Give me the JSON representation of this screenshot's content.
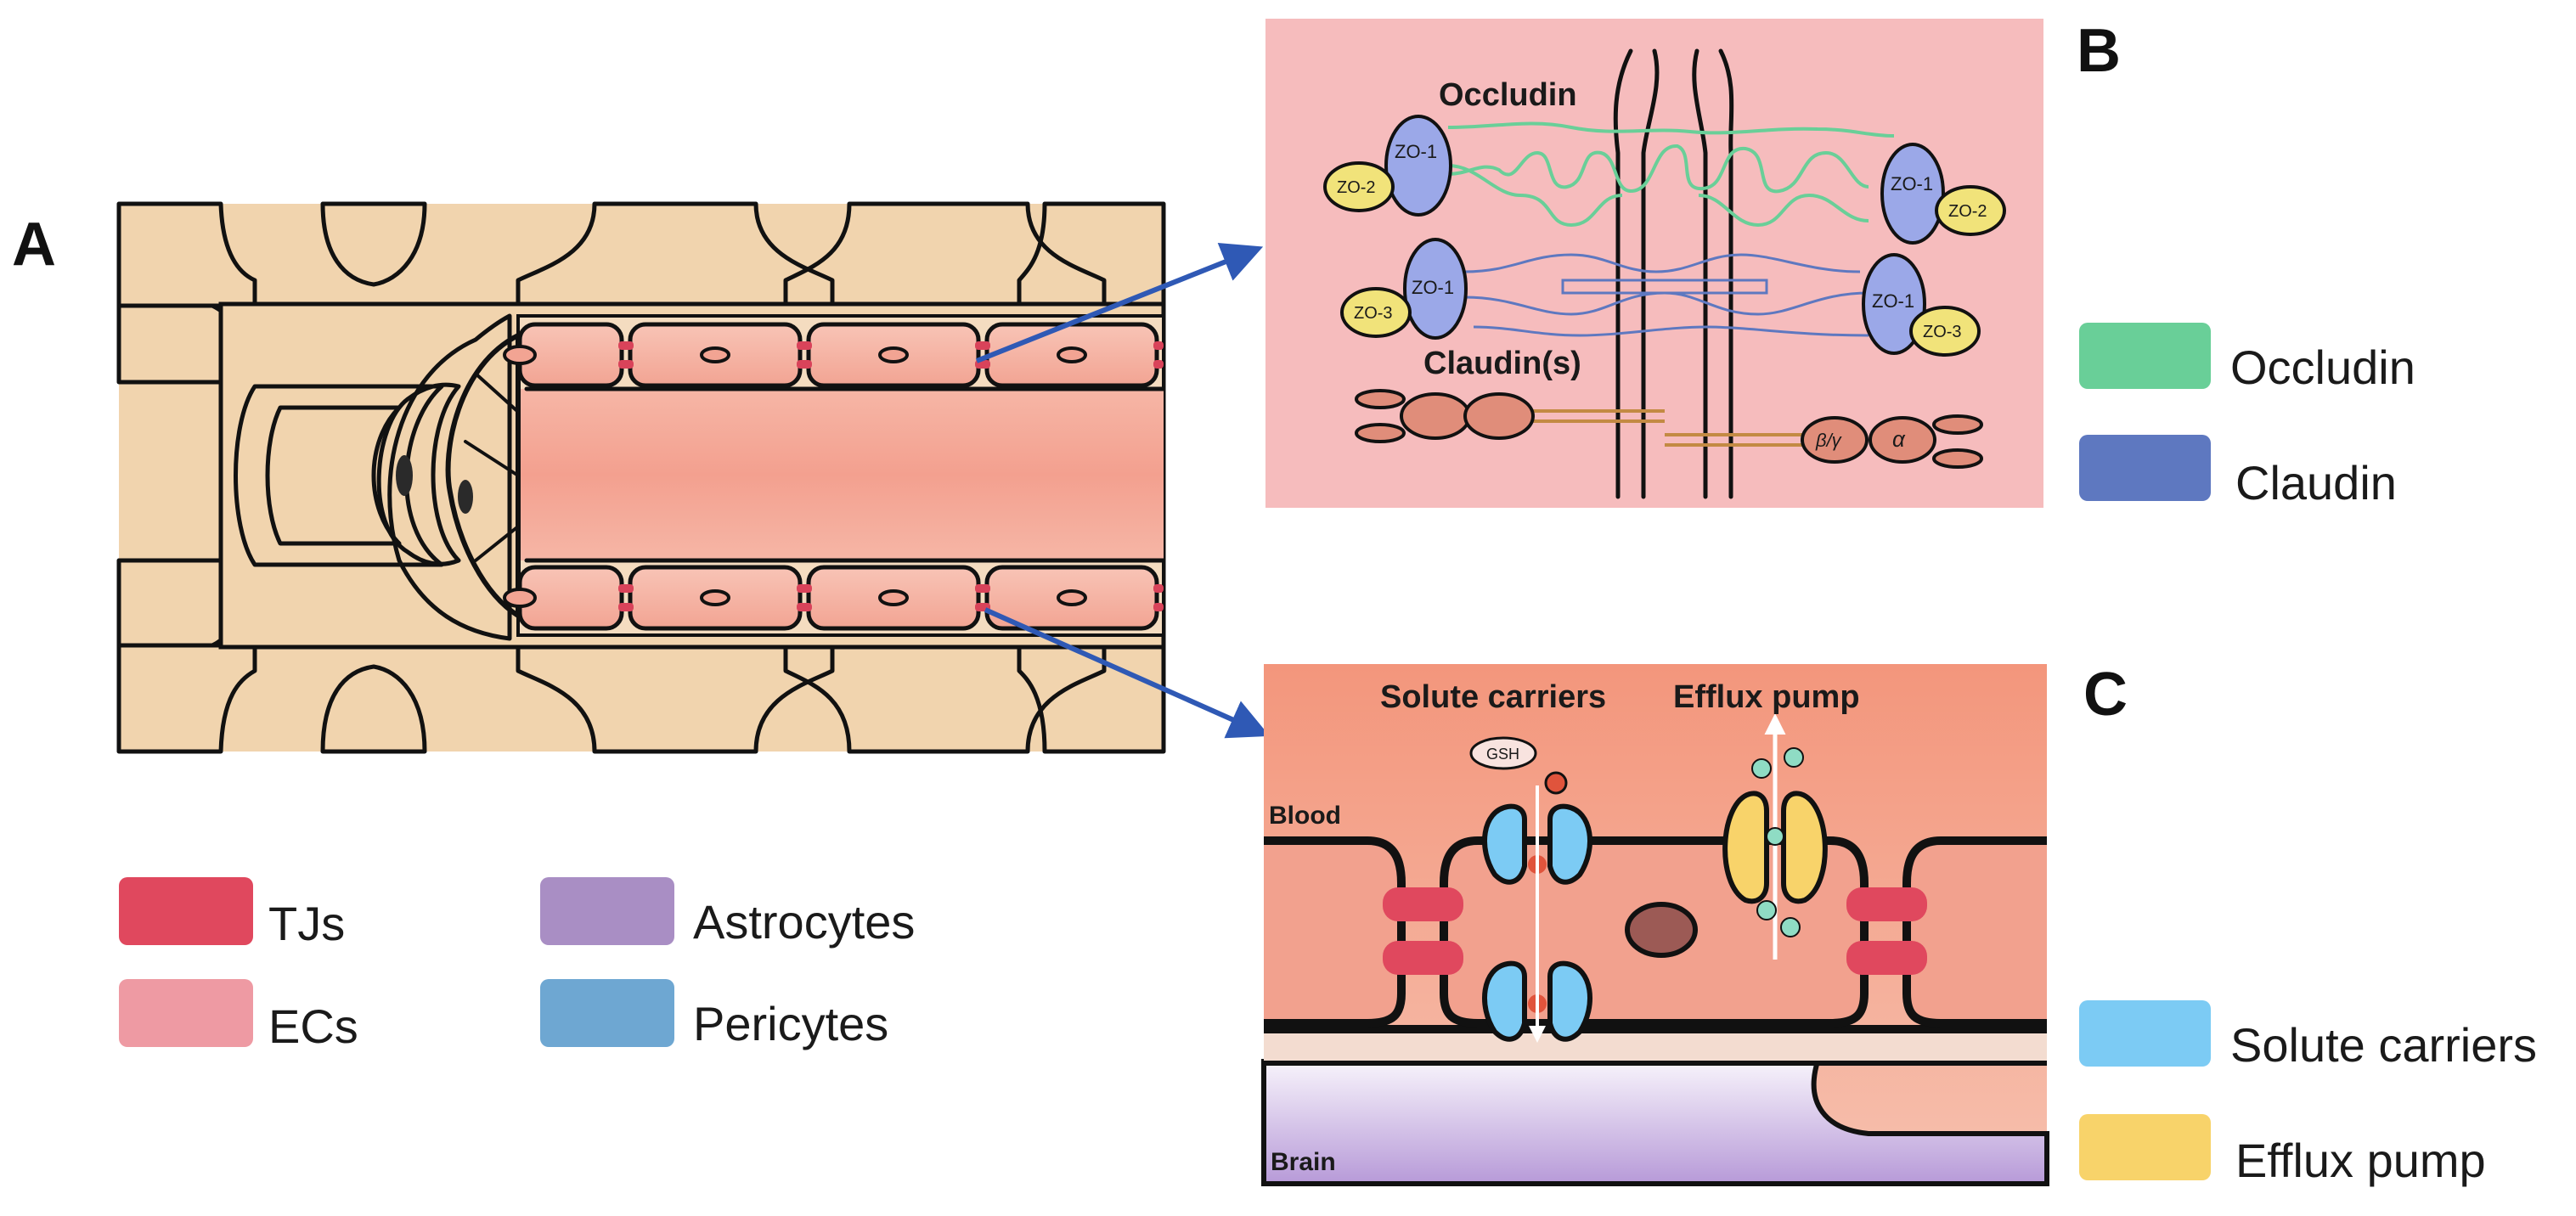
{
  "panels": {
    "a": {
      "letter": "A"
    },
    "b": {
      "letter": "B",
      "occludin_label": "Occludin",
      "claudin_label": "Claudin(s)",
      "zo1": "ZO-1",
      "zo2": "ZO-2",
      "zo3": "ZO-3",
      "beta_gamma": "β/γ",
      "alpha": "α"
    },
    "c": {
      "letter": "C",
      "solute_carriers_label": "Solute carriers",
      "efflux_pump_label": "Efflux pump",
      "gsh": "GSH",
      "blood": "Blood",
      "brain": "Brain"
    }
  },
  "legend_a": [
    {
      "label": "TJs",
      "color": "#e0485e"
    },
    {
      "label": "ECs",
      "color": "#ee9aa3"
    },
    {
      "label": "Astrocytes",
      "color": "#a98ec4"
    },
    {
      "label": "Pericytes",
      "color": "#6ea7d2"
    }
  ],
  "legend_b": [
    {
      "label": "Occludin",
      "color": "#69cf98"
    },
    {
      "label": "Claudin",
      "color": "#5e78c0"
    }
  ],
  "legend_c": [
    {
      "label": "Solute carriers",
      "color": "#7ccbf4"
    },
    {
      "label": "Efflux pump",
      "color": "#f8d36a"
    }
  ],
  "colors": {
    "arrow": "#2f59b5",
    "panel_b_bg": "#f6bcbd",
    "panel_c_bg": "#f29f86"
  }
}
